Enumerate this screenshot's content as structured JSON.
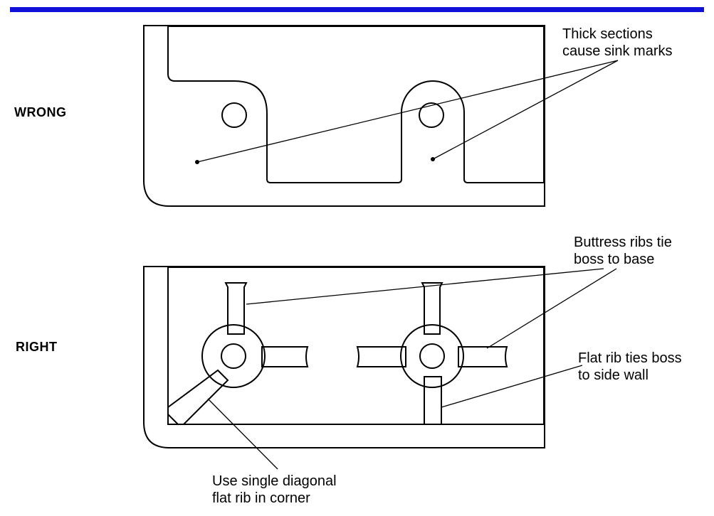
{
  "labels": {
    "wrong": "WRONG",
    "right": "RIGHT"
  },
  "annotations": {
    "thick_sections": [
      "Thick sections",
      "cause sink marks"
    ],
    "buttress_ribs": [
      "Buttress ribs tie",
      "boss to base"
    ],
    "flat_rib": [
      "Flat rib ties boss",
      "to side wall"
    ],
    "diagonal_rib": [
      "Use single diagonal",
      "flat rib in corner"
    ]
  },
  "colors": {
    "accent_bar": "#1010d8",
    "part_fill": "#e6e0e8",
    "line": "#000000"
  }
}
